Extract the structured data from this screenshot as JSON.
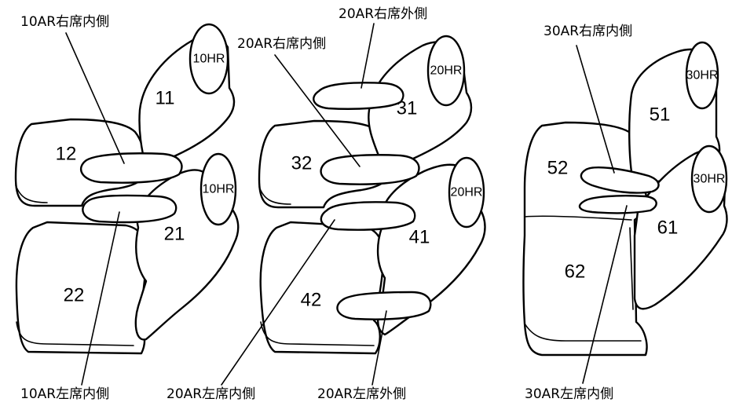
{
  "groups": [
    {
      "seat_numbers": [
        "11",
        "12",
        "21",
        "22"
      ],
      "headrests": [
        "10HR",
        "10HR"
      ],
      "callouts": [
        "10AR右席内側",
        "10AR左席内側"
      ]
    },
    {
      "seat_numbers": [
        "31",
        "32",
        "41",
        "42"
      ],
      "headrests": [
        "20HR",
        "20HR"
      ],
      "callouts": [
        "20AR右席外側",
        "20AR右席内側",
        "20AR左席内側",
        "20AR左席外側"
      ]
    },
    {
      "seat_numbers": [
        "51",
        "52",
        "61",
        "62"
      ],
      "headrests": [
        "30HR",
        "30HR"
      ],
      "callouts": [
        "30AR右席内側",
        "30AR左席内側"
      ]
    }
  ]
}
